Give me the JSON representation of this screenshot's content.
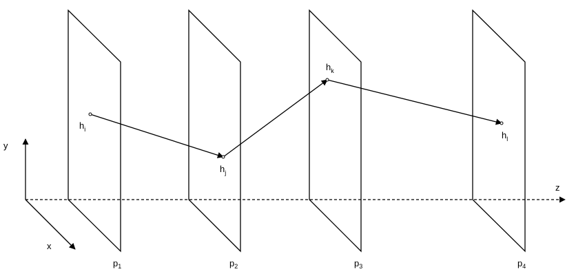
{
  "axes": {
    "x": "x",
    "y": "y",
    "z": "z"
  },
  "planes": [
    {
      "base": "p",
      "sub": "1"
    },
    {
      "base": "p",
      "sub": "2"
    },
    {
      "base": "p",
      "sub": "3"
    },
    {
      "base": "p",
      "sub": "4"
    }
  ],
  "points": [
    {
      "base": "h",
      "sub": "i"
    },
    {
      "base": "h",
      "sub": "j"
    },
    {
      "base": "h",
      "sub": "k"
    },
    {
      "base": "h",
      "sub": "l"
    }
  ],
  "colors": {
    "stroke": "#000000",
    "background": "#ffffff"
  }
}
